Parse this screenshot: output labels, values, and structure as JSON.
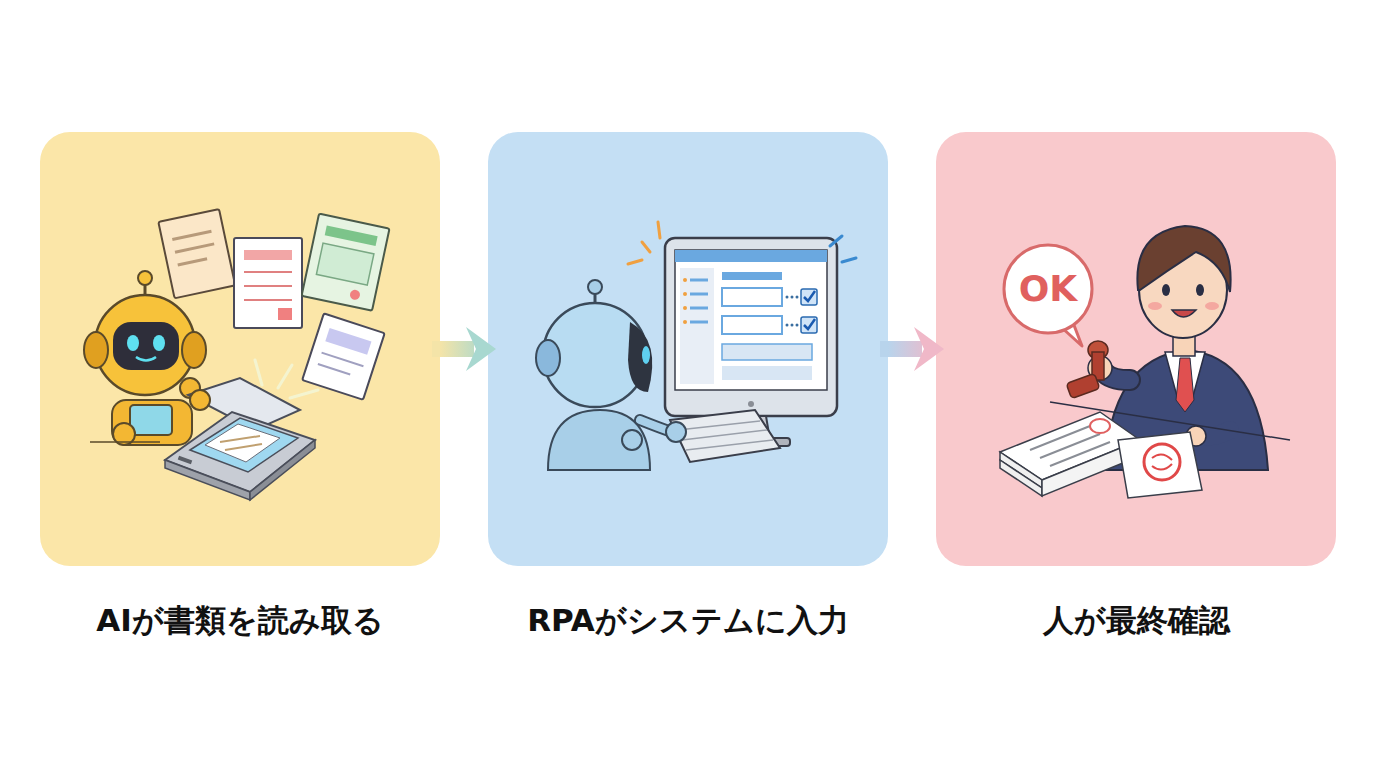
{
  "diagram": {
    "nodes": [
      {
        "text": [
          "AIが書類を読み取る"
        ]
      },
      {
        "text": [
          "RPAがシステムに入力"
        ]
      },
      {
        "text": [
          "人が最終確認"
        ]
      }
    ],
    "edges": [
      {
        "from": 0,
        "to": 1,
        "arrow": "to"
      },
      {
        "from": 1,
        "to": 2,
        "arrow": "to"
      }
    ],
    "labels": [
      "OK"
    ]
  }
}
